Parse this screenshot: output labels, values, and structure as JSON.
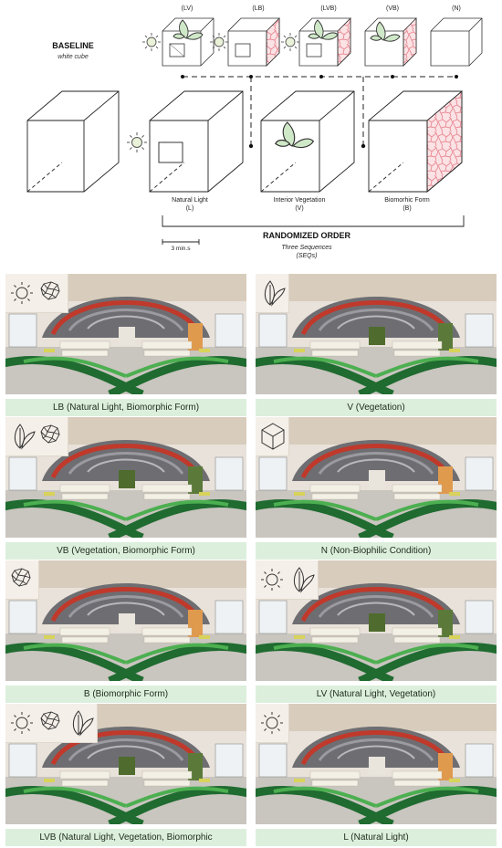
{
  "diagram": {
    "baseline_title": "BASELINE",
    "baseline_sub": "white cube",
    "top_labels": [
      "(LV)",
      "(LB)",
      "(LVB)",
      "(VB)",
      "(N)"
    ],
    "stage_labels": [
      {
        "name": "Natural Light",
        "code": "(L)"
      },
      {
        "name": "Interior Vegetation",
        "code": "(V)"
      },
      {
        "name": "Biomorhic Form",
        "code": "(B)"
      }
    ],
    "randomized_title": "RANDOMIZED ORDER",
    "sequences_line1": "Three Sequences",
    "sequences_line2": "(SEQs)",
    "duration": "3 min.s"
  },
  "panels": [
    {
      "caption": "LB (Natural Light, Biomorphic Form)",
      "icons": [
        "sun-icon",
        "voronoi-icon"
      ],
      "wall": "wood"
    },
    {
      "caption": "V (Vegetation)",
      "icons": [
        "leaf-icon"
      ],
      "wall": "green"
    },
    {
      "caption": "VB (Vegetation, Biomorphic Form)",
      "icons": [
        "leaf-icon",
        "voronoi-icon"
      ],
      "wall": "green"
    },
    {
      "caption": "N (Non-Biophilic Condition)",
      "icons": [
        "cube-icon"
      ],
      "wall": "wood"
    },
    {
      "caption": "B (Biomorphic Form)",
      "icons": [
        "voronoi-icon"
      ],
      "wall": "wood"
    },
    {
      "caption": "LV (Natural Light, Vegetation)",
      "icons": [
        "sun-icon",
        "leaf-icon"
      ],
      "wall": "green"
    },
    {
      "caption": "LVB (Natural Light, Vegetation, Biomorphic",
      "icons": [
        "sun-icon",
        "voronoi-icon",
        "leaf-icon"
      ],
      "wall": "green"
    },
    {
      "caption": "L (Natural Light)",
      "icons": [
        "sun-icon"
      ],
      "wall": "wood"
    }
  ],
  "colors": {
    "caption_bg": "#dcefdc",
    "floor_green_dark": "#1f6b30",
    "floor_green_light": "#4caf50",
    "ceiling_red": "#c0392b",
    "leaf_fill": "#cfe8c8",
    "pattern_pink": "#f2a0a8"
  }
}
